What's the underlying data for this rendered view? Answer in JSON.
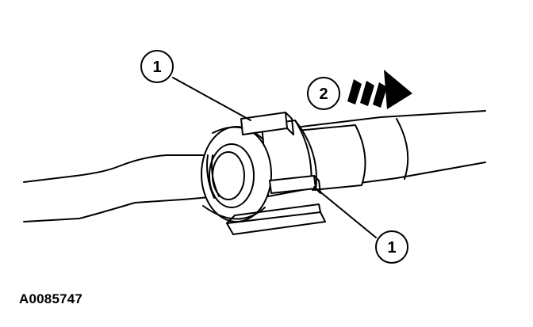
{
  "callouts": [
    {
      "number": "1"
    },
    {
      "number": "2"
    },
    {
      "number": "1"
    }
  ],
  "figure_id": "A0085747",
  "colors": {
    "line": "#000000",
    "fill": "#ffffff"
  }
}
